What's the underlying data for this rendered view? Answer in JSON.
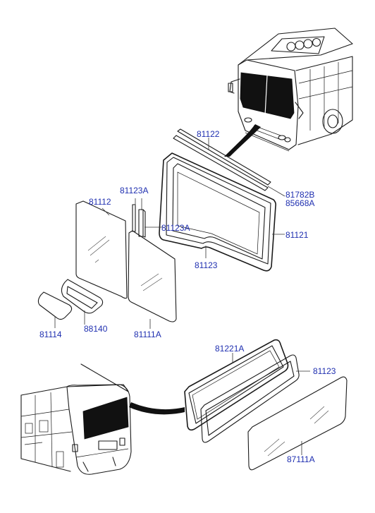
{
  "diagram": {
    "parts": [
      {
        "id": "lbl-81122",
        "text": "81122"
      },
      {
        "id": "lbl-81782b",
        "text": "81782B"
      },
      {
        "id": "lbl-85668a",
        "text": "85668A"
      },
      {
        "id": "lbl-81123a-top",
        "text": "81123A"
      },
      {
        "id": "lbl-81112",
        "text": "81112"
      },
      {
        "id": "lbl-81123a-mid",
        "text": "81123A"
      },
      {
        "id": "lbl-81121",
        "text": "81121"
      },
      {
        "id": "lbl-81123-front",
        "text": "81123"
      },
      {
        "id": "lbl-81114",
        "text": "81114"
      },
      {
        "id": "lbl-88140",
        "text": "88140"
      },
      {
        "id": "lbl-81111a",
        "text": "81111A"
      },
      {
        "id": "lbl-81221a",
        "text": "81221A"
      },
      {
        "id": "lbl-81123-rear",
        "text": "81123"
      },
      {
        "id": "lbl-87111a",
        "text": "87111A"
      }
    ],
    "label_color": "#1f2fb0"
  }
}
